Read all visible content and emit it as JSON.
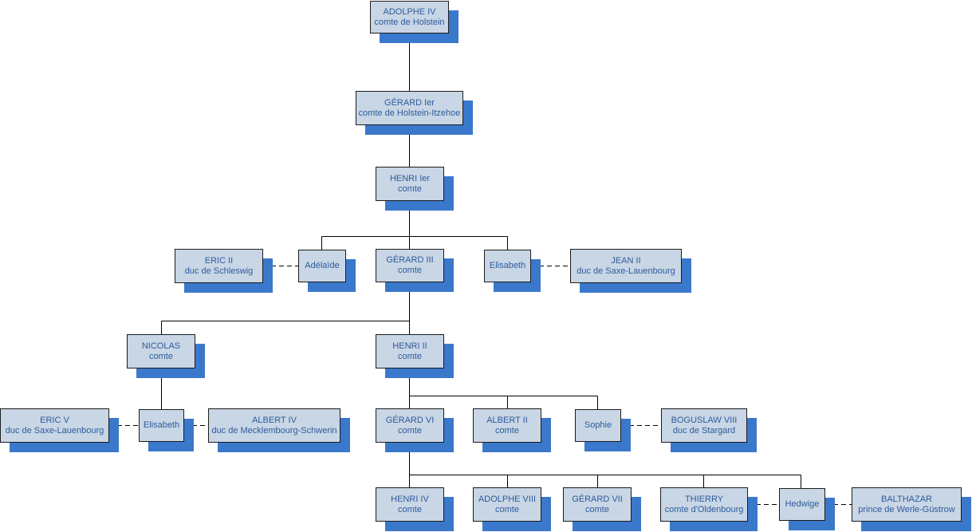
{
  "colors": {
    "box_fill": "#c8d6e5",
    "box_border": "#1c1c1c",
    "box_shadow": "#3a78cc",
    "text": "#2e5b9c",
    "connector": "#000000"
  },
  "nodes": {
    "adolphe_iv": {
      "l1": "ADOLPHE IV",
      "l2": "comte de Holstein"
    },
    "gerard_ier": {
      "l1": "GÉRARD Ier",
      "l2": "comte de Holstein-Itzehoe"
    },
    "henri_ier": {
      "l1": "HENRI Ier",
      "l2": "comte"
    },
    "eric_ii": {
      "l1": "ERIC II",
      "l2": "duc de Schleswig"
    },
    "adelaide": {
      "l1": "Adélaïde",
      "l2": ""
    },
    "gerard_iii": {
      "l1": "GÉRARD III",
      "l2": "comte"
    },
    "elisabeth_1": {
      "l1": "Elisabeth",
      "l2": ""
    },
    "jean_ii": {
      "l1": "JEAN II",
      "l2": "duc de Saxe-Lauenbourg"
    },
    "nicolas": {
      "l1": "NICOLAS",
      "l2": "comte"
    },
    "henri_ii": {
      "l1": "HENRI II",
      "l2": "comte"
    },
    "eric_v": {
      "l1": "ERIC V",
      "l2": "duc de Saxe-Lauenbourg"
    },
    "elisabeth_2": {
      "l1": "Elisabeth",
      "l2": ""
    },
    "albert_iv": {
      "l1": "ALBERT IV",
      "l2": "duc de Mecklembourg-Schwerin"
    },
    "gerard_vi": {
      "l1": "GÉRARD VI",
      "l2": "comte"
    },
    "albert_ii": {
      "l1": "ALBERT II",
      "l2": "comte"
    },
    "sophie": {
      "l1": "Sophie",
      "l2": ""
    },
    "boguslaw_viii": {
      "l1": "BOGUSLAW VIII",
      "l2": "duc de Stargard"
    },
    "henri_iv": {
      "l1": "HENRI IV",
      "l2": "comte"
    },
    "adolphe_viii": {
      "l1": "ADOLPHE VIII",
      "l2": "comte"
    },
    "gerard_vii": {
      "l1": "GÉRARD VII",
      "l2": "comte"
    },
    "thierry": {
      "l1": "THIERRY",
      "l2": "comte d'Oldenbourg"
    },
    "hedwige": {
      "l1": "Hedwige",
      "l2": ""
    },
    "balthazar": {
      "l1": "BALTHAZAR",
      "l2": "prince de Werle-Güstrow"
    }
  }
}
